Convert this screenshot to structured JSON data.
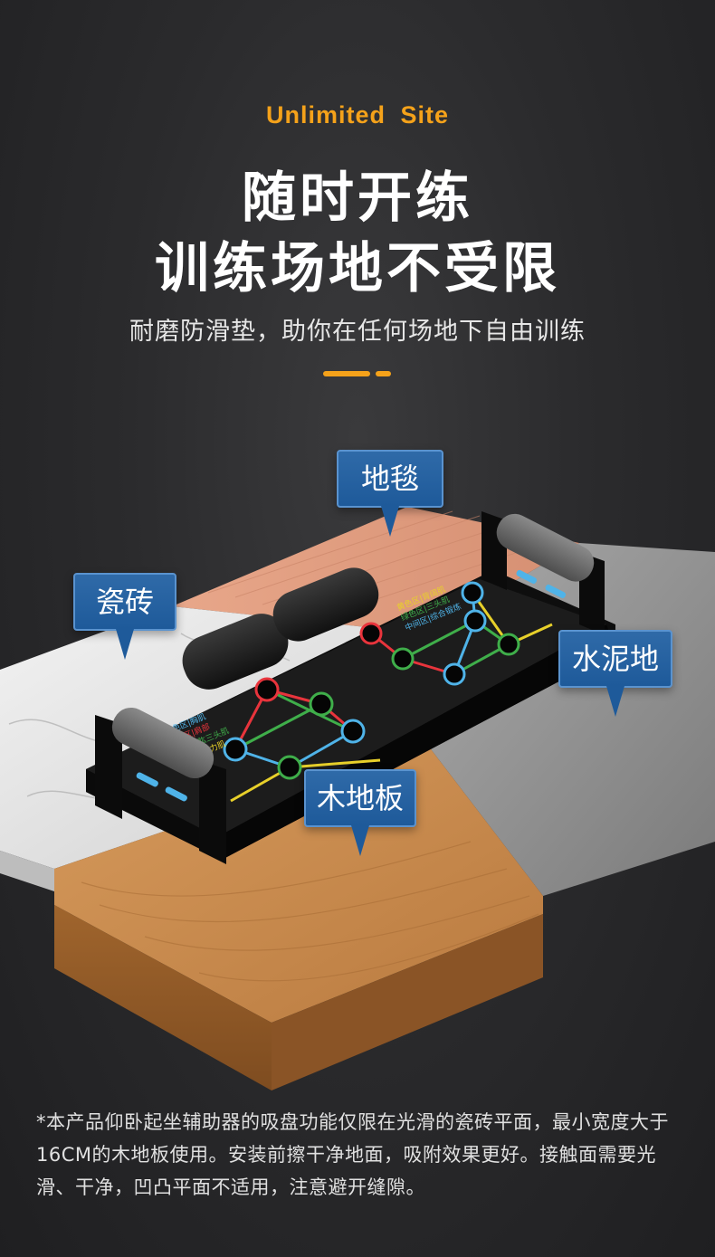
{
  "header": {
    "en_title": "Unlimited  Site",
    "headline_line1": "随时开练",
    "headline_line2": "训练场地不受限",
    "subtitle": "耐磨防滑垫，助你在任何场地下自由训练"
  },
  "labels": {
    "carpet": "地毯",
    "tile": "瓷砖",
    "cement": "水泥地",
    "wood": "木地板"
  },
  "board_text": {
    "left_1": "蓝色区|胸肌",
    "left_2": "红色区|肩部",
    "left_3": "绿色区|肱三头肌",
    "left_4": "横跨区|拉力肌",
    "right_1": "黄色区|背阔肌",
    "right_2": "绿色区|三头肌",
    "right_3": "中间区|综合锻炼"
  },
  "footnote": "*本产品仰卧起坐辅助器的吸盘功能仅限在光滑的瓷砖平面，最小宽度大于16CM的木地板使用。安装前擦干净地面，吸附效果更好。接触面需要光滑、干净，凹凸平面不适用，注意避开缝隙。",
  "colors": {
    "accent": "#f5a21a",
    "bubble": "#1e5a9a",
    "blue": "#4fb3e8",
    "red": "#e8343c",
    "green": "#3fae4a",
    "yellow": "#e8d02a"
  }
}
